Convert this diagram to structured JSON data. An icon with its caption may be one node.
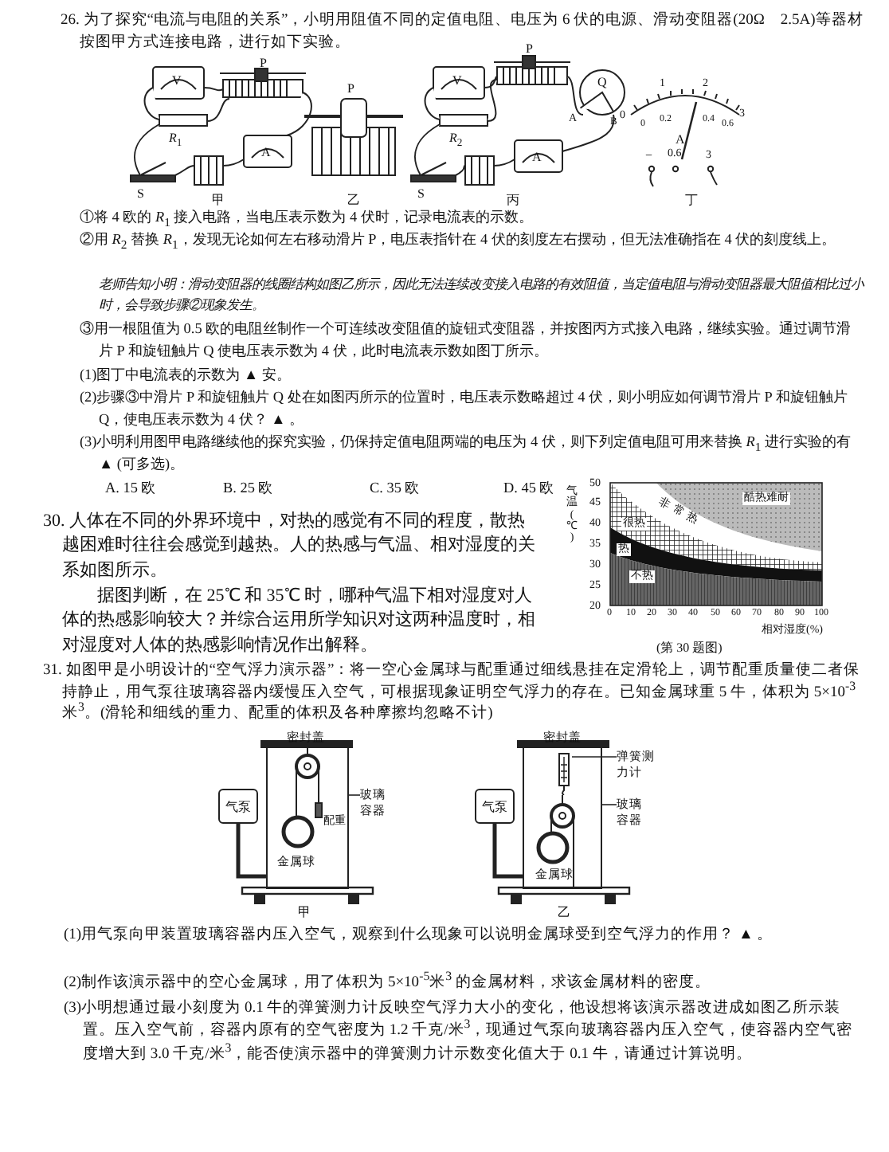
{
  "diagram": {
    "nodes": [
      {
        "text": [
          "气泵"
        ]
      },
      {
        "text": [],
        "shape": "box",
        "beside": [
          "密封盖"
        ]
      },
      {
        "text": [
          "玻璃容器"
        ]
      },
      {
        "text": [
          "气泵"
        ]
      },
      {
        "text": [],
        "shape": "box",
        "beside": [
          "密封盖"
        ]
      },
      {
        "text": [
          "弹簧测力计"
        ]
      },
      {
        "text": [],
        "shape": "picture",
        "in": 4
      },
      {
        "text": [
          "玻璃容器"
        ]
      }
    ],
    "edges": [
      {
        "from": 0,
        "to": 1,
        "arrow": "none",
        "style": "thick"
      },
      {
        "from": 2,
        "to": 1,
        "arrow": "none"
      },
      {
        "from": 3,
        "to": 4,
        "arrow": "none",
        "style": "thick"
      },
      {
        "from": 5,
        "to": 6,
        "arrow": "none"
      },
      {
        "from": 7,
        "to": 4,
        "arrow": "none"
      }
    ],
    "labels": [
      "26. 为了探究“电流与电阻的关系”，小明用阻值不同的定值电阻、电压为 6 伏的电源、滑动变阻器(20Ω　2.5A)等器材按图甲方式连接电路，进行如下实验。",
      "V",
      "P",
      "*R*$_{1}$",
      "A",
      "S",
      "甲",
      "P",
      "乙",
      "V",
      "P",
      "Q",
      "*R*$_{2}$",
      "A",
      "B",
      "A",
      "S",
      "丙",
      "0",
      "1",
      "2",
      "3",
      "0",
      "0.2",
      "0.4",
      "0.6",
      "A",
      "−",
      "0.6",
      "3",
      "丁",
      "①将 4 欧的 *R*$_{1}$ 接入电路，当电压表示数为 4 伏时，记录电流表的示数。",
      "②用 *R*$_{2}$ 替换 *R*$_{1}$，发现无论如何左右移动滑片 P，电压表指针在 4 伏的刻度左右摆动，但无法准确指在 4 伏的刻度线上。",
      "老师告知小明：滑动变阻器的线圈结构如图乙所示，因此无法连续改变接入电路的有效阻值，当定值电阻与滑动变阻器最大阻值相比过小时，会导致步骤②现象发生。",
      "③用一根阻值为 0.5 欧的电阻丝制作一个可连续改变阻值的旋钮式变阻器，并按图丙方式接入电路，继续实验。通过调节滑片 P 和旋钮触片 Q 使电压表示数为 4 伏，此时电流表示数如图丁所示。",
      "(1)图丁中电流表的示数为 ▲ 安。",
      "(2)步骤③中滑片 P 和旋钮触片 Q 处在如图丙所示的位置时，电压表示数略超过 4 伏，则小明应如何调节滑片 P 和旋钮触片 Q，使电压表示数为 4 伏？ ▲ 。",
      "(3)小明利用图甲电路继续他的探究实验，仍保持定值电阻两端的电压为 4 伏，则下列定值电阻可用来替换 *R*$_{1}$ 进行实验的有 ▲ (可多选)。",
      "A. 15 欧",
      "B. 25 欧",
      "C. 35 欧",
      "D. 45 欧",
      "30. 人体在不同的外界环境中，对热的感觉有不同的程度，散热越困难时往往会感觉到越热。人的热感与气温、相对湿度的关系如图所示。",
      "据图判断，在 25℃ 和 35℃ 时，哪种气温下相对湿度对人体的热感影响较大？并综合运用所学知识对这两种温度时，相对湿度对人体的热感影响情况作出解释。",
      "气温(℃)",
      "50",
      "45",
      "40",
      "35",
      "30",
      "25",
      "20",
      "酷热难耐",
      "非常热",
      "很热",
      "热",
      "不热",
      "0",
      "10",
      "20",
      "30",
      "40",
      "50",
      "60",
      "70",
      "80",
      "90",
      "100",
      "相对湿度(%)",
      "(第 30 题图)",
      "31. 如图甲是小明设计的“空气浮力演示器”：将一空心金属球与配重通过细线悬挂在定滑轮上，调节配重质量使二者保持静止，用气泵往玻璃容器内缓慢压入空气，可根据现象证明空气浮力的存在。已知金属球重 5 牛，体积为 5×10$^{-3}$米$^{3}$。(滑轮和细线的重力、配重的体积及各种摩擦均忽略不计)",
      "配重",
      "金属球",
      "甲",
      "金属球",
      "乙",
      "(1)用气泵向甲装置玻璃容器内压入空气，观察到什么现象可以说明金属球受到空气浮力的作用？ ▲ 。",
      "(2)制作该演示器中的空心金属球，用了体积为 5×10$^{-5}$米$^{3}$ 的金属材料，求该金属材料的密度。",
      "(3)小明想通过最小刻度为 0.1 牛的弹簧测力计反映空气浮力大小的变化，他设想将该演示器改进成如图乙所示装置。压入空气前，容器内原有的空气密度为 1.2 千克/米$^{3}$，现通过气泵向玻璃容器内压入空气，使容器内空气密度增大到 3.0 千克/米$^{3}$，能否使演示器中的弹簧测力计示数变化值大于 0.1 牛，请通过计算说明。"
    ]
  }
}
